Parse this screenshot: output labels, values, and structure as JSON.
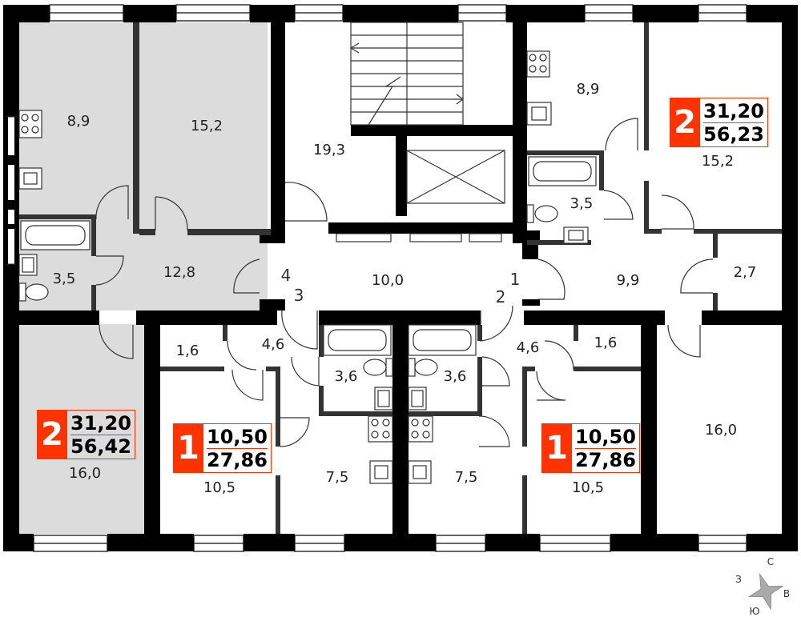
{
  "colors": {
    "wall": "#000000",
    "partition": "#333333",
    "highlight_floor": "#dcdcdc",
    "badge": "#ff3300",
    "fixture": "#333333"
  },
  "rooms": [
    {
      "id": "kitchen-left",
      "label": "8,9"
    },
    {
      "id": "room-left-top",
      "label": "15,2"
    },
    {
      "id": "stair-hall",
      "label": "19,3"
    },
    {
      "id": "kitchen-right",
      "label": "8,9"
    },
    {
      "id": "room-right-top",
      "label": "15,2"
    },
    {
      "id": "bath-left",
      "label": "3,5"
    },
    {
      "id": "hall-left",
      "label": "12,8"
    },
    {
      "id": "corridor",
      "label": "10,0"
    },
    {
      "id": "bath-right",
      "label": "3,5"
    },
    {
      "id": "hall-right",
      "label": "9,9"
    },
    {
      "id": "closet-right",
      "label": "2,7"
    },
    {
      "id": "hall-small-left",
      "label": "1,6"
    },
    {
      "id": "vestibule-left",
      "label": "4,6"
    },
    {
      "id": "bath-center-left",
      "label": "3,6"
    },
    {
      "id": "bath-center-right",
      "label": "3,6"
    },
    {
      "id": "vestibule-right",
      "label": "4,6"
    },
    {
      "id": "hall-small-right",
      "label": "1,6"
    },
    {
      "id": "room-right-bottom",
      "label": "16,0"
    },
    {
      "id": "room-left-bottom",
      "label": "16,0"
    },
    {
      "id": "studio-left",
      "label": "10,5"
    },
    {
      "id": "kitchen-center-left",
      "label": "7,5"
    },
    {
      "id": "kitchen-center-right",
      "label": "7,5"
    },
    {
      "id": "studio-right",
      "label": "10,5"
    }
  ],
  "door_numbers": [
    "1",
    "2",
    "3",
    "4"
  ],
  "apartments": [
    {
      "id": "apt-left",
      "rooms": "2",
      "living_area": "31,20",
      "total_area": "56,42"
    },
    {
      "id": "apt-center-left",
      "rooms": "1",
      "living_area": "10,50",
      "total_area": "27,86"
    },
    {
      "id": "apt-center-right",
      "rooms": "1",
      "living_area": "10,50",
      "total_area": "27,86"
    },
    {
      "id": "apt-right",
      "rooms": "2",
      "living_area": "31,20",
      "total_area": "56,23"
    }
  ],
  "compass": {
    "north": "С",
    "east": "В",
    "south": "Ю",
    "west": "З"
  }
}
